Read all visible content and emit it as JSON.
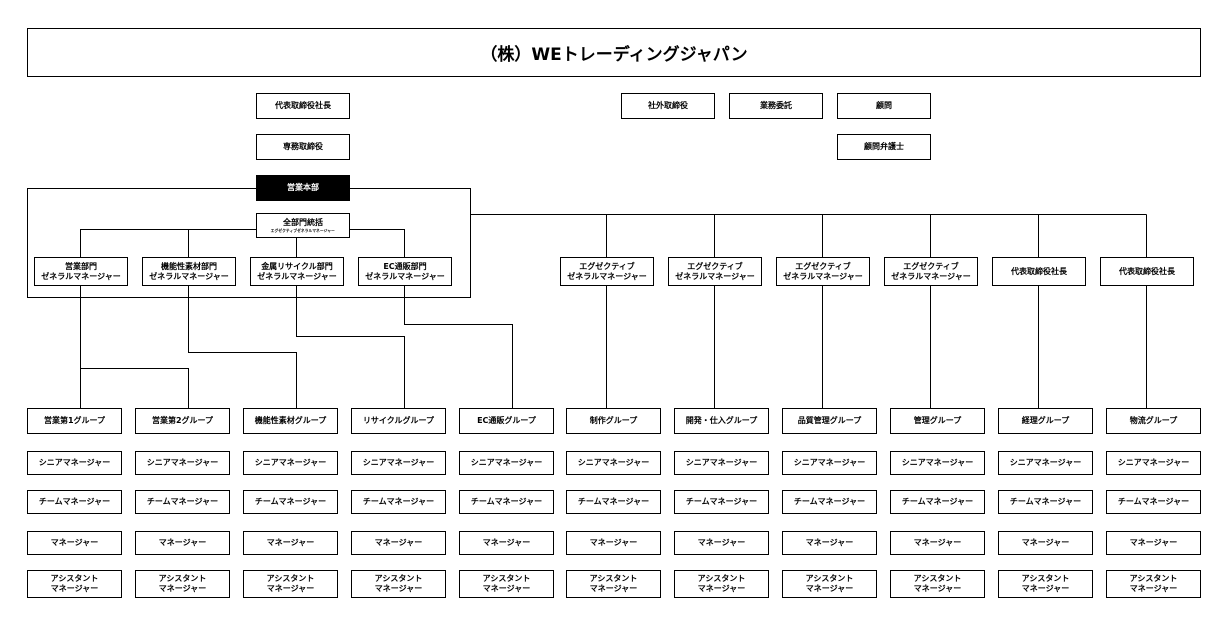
{
  "title": "（株）WEトレーディングジャパン",
  "top": {
    "ceo": "代表取締役社長",
    "senmu": "専務取締役",
    "outside_director": "社外取締役",
    "contractor": "業務委託",
    "advisor": "顧問",
    "advisor_lawyer": "顧問弁護士",
    "sales_hq": "営業本部"
  },
  "general": {
    "label": "全部門統括",
    "sub": "エグゼクティブゼネラルマネージャー"
  },
  "departments": [
    {
      "line1": "営業部門",
      "line2": "ゼネラルマネージャー"
    },
    {
      "line1": "機能性素材部門",
      "line2": "ゼネラルマネージャー"
    },
    {
      "line1": "金属リサイクル部門",
      "line2": "ゼネラルマネージャー"
    },
    {
      "line1": "EC通販部門",
      "line2": "ゼネラルマネージャー"
    },
    {
      "line1": "エグゼクティブ",
      "line2": "ゼネラルマネージャー"
    },
    {
      "line1": "エグゼクティブ",
      "line2": "ゼネラルマネージャー"
    },
    {
      "line1": "エグゼクティブ",
      "line2": "ゼネラルマネージャー"
    },
    {
      "line1": "エグゼクティブ",
      "line2": "ゼネラルマネージャー"
    },
    {
      "line1": "代表取締役社長",
      "line2": ""
    },
    {
      "line1": "代表取締役社長",
      "line2": ""
    }
  ],
  "groups": [
    "営業第1グループ",
    "営業第2グループ",
    "機能性素材グループ",
    "リサイクルグループ",
    "EC通販グループ",
    "制作グループ",
    "開発・仕入グループ",
    "品質管理グループ",
    "管理グループ",
    "経理グループ",
    "物流グループ"
  ],
  "roles": {
    "senior": "シニアマネージャー",
    "team": "チームマネージャー",
    "manager": "マネージャー",
    "assistant_line1": "アシスタント",
    "assistant_line2": "マネージャー"
  }
}
